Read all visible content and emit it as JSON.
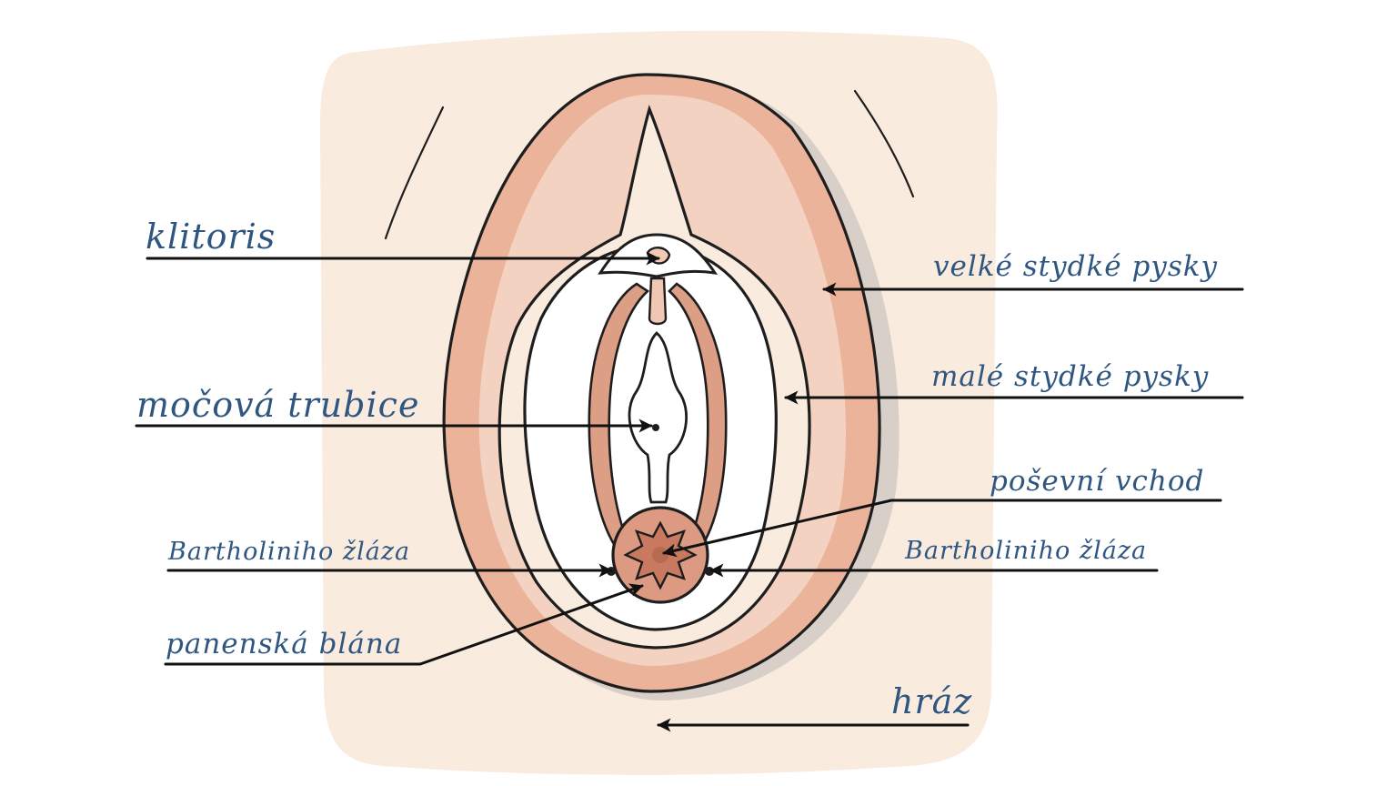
{
  "labels": {
    "klitoris": "klitoris",
    "mocova_trubice": "močová trubice",
    "bartholin_left": "Bartholiniho žláza",
    "panenska_blana": "panenská blána",
    "velke_pysky": "velké stydké pysky",
    "male_pysky": "malé stydké pysky",
    "posevni_vchod": "poševní vchod",
    "bartholin_right": "Bartholiniho žláza",
    "hraz": "hráz"
  },
  "colors": {
    "background_skin": "#faebdf",
    "labia_majora": "#eab39a",
    "labia_minora": "#dc9f86",
    "hymen": "#dc9a82",
    "shadow": "#d8d0c8",
    "outline": "#1e1e1e",
    "label_text": "#2e5680"
  }
}
